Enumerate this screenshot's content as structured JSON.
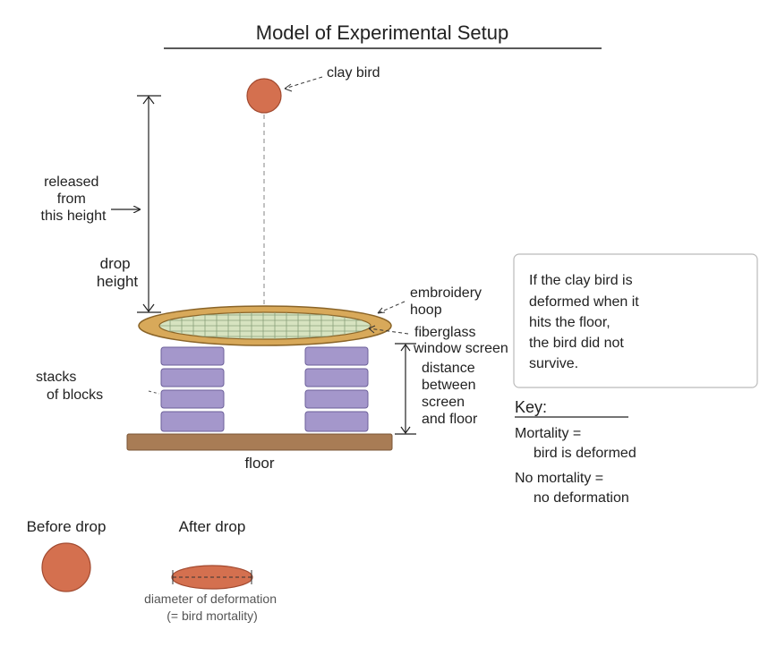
{
  "title": "Model of Experimental Setup",
  "labels": {
    "clay_bird": "clay bird",
    "released_line1": "released",
    "released_line2": "from",
    "released_line3": "this height",
    "drop_line1": "drop",
    "drop_line2": "height",
    "hoop_line1": "embroidery",
    "hoop_line2": "hoop",
    "screen_line1": "fiberglass",
    "screen_line2": "window screen",
    "distance_line1": "distance",
    "distance_line2": "between",
    "distance_line3": "screen",
    "distance_line4": "and floor",
    "stacks_line1": "stacks",
    "stacks_line2": "of blocks",
    "floor": "floor"
  },
  "note": {
    "line1": "If the clay bird is",
    "line2": "deformed when it",
    "line3": "hits the floor,",
    "line4": "the bird did not",
    "line5": "survive."
  },
  "key": {
    "heading": "Key:",
    "mortality_line1": "Mortality =",
    "mortality_line2": "bird is deformed",
    "nomortality_line1": "No mortality =",
    "nomortality_line2": "no deformation"
  },
  "comparison": {
    "before": "Before drop",
    "after": "After drop",
    "caption_line1": "diameter of deformation",
    "caption_line2": "(= bird mortality)"
  },
  "colors": {
    "clay": "#d4704f",
    "clay_stroke": "#a24a30",
    "hoop": "#d8a95a",
    "hoop_stroke": "#8a6428",
    "screen": "#d7e3c0",
    "screen_grid": "#8aa07a",
    "block": "#a497cb",
    "block_stroke": "#6b5f99",
    "floor": "#a87c55",
    "floor_stroke": "#7a5535",
    "note_border": "#bbbbbb"
  }
}
